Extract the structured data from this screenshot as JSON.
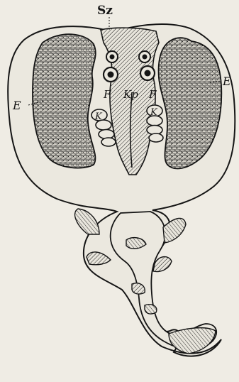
{
  "figure": {
    "labels": {
      "sz": "Sz",
      "e_left": "E",
      "e_right": "E",
      "f_left": "F",
      "f_right": "F",
      "kp": "Kp",
      "k_left": "K",
      "k_right": "K"
    },
    "colors": {
      "paper": "#efece4",
      "ink": "#151515"
    }
  }
}
